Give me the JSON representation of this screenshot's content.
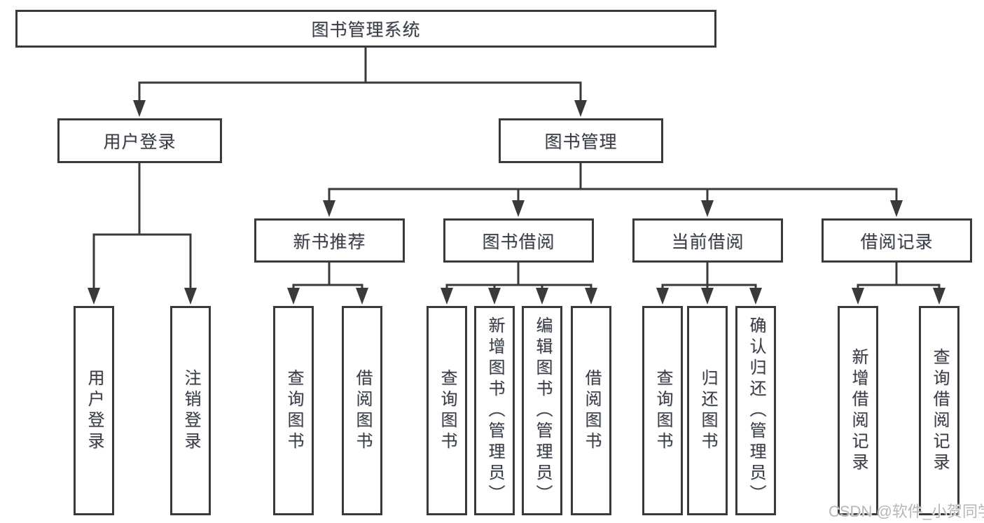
{
  "watermark": "CSDN @软件_小贺同学",
  "colors": {
    "line": "#3a3a3c",
    "node_border": "#3a3a3c",
    "node_text": "#3b3b40",
    "watermark_text": "#b7b7b7",
    "background": "#ffffff"
  },
  "tree": {
    "label": "图书管理系统",
    "children": [
      {
        "label": "用户登录",
        "children": [
          {
            "label": "用户登录"
          },
          {
            "label": "注销登录"
          }
        ]
      },
      {
        "label": "图书管理",
        "children": [
          {
            "label": "新书推荐",
            "children": [
              {
                "label": "查询图书"
              },
              {
                "label": "借阅图书"
              }
            ]
          },
          {
            "label": "图书借阅",
            "children": [
              {
                "label": "查询图书"
              },
              {
                "label": "新增图书（管理员）"
              },
              {
                "label": "编辑图书（管理员）"
              },
              {
                "label": "借阅图书"
              }
            ]
          },
          {
            "label": "当前借阅",
            "children": [
              {
                "label": "查询图书"
              },
              {
                "label": "归还图书"
              },
              {
                "label": "确认归还（管理员）"
              }
            ]
          },
          {
            "label": "借阅记录",
            "children": [
              {
                "label": "新增借阅记录"
              },
              {
                "label": "查询借阅记录"
              }
            ]
          }
        ]
      }
    ]
  }
}
